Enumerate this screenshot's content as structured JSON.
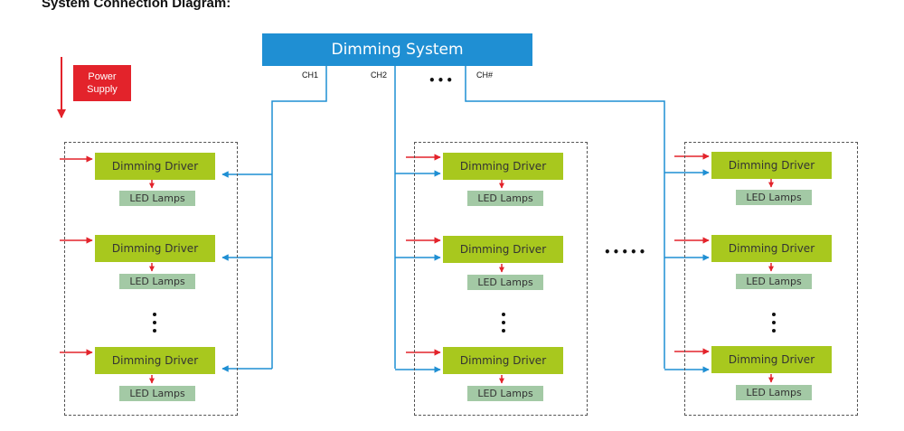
{
  "title": "System Connection Diagram:",
  "system": {
    "label": "Dimming System"
  },
  "channels": [
    "CH1",
    "CH2",
    "CH#"
  ],
  "channel_ellipsis": "•••",
  "group_ellipsis": "•••••",
  "power_supply": {
    "line1": "Power",
    "line2": "Supply"
  },
  "groups": [
    {
      "units": [
        {
          "driver": "Dimming Driver",
          "lamp": "LED Lamps"
        },
        {
          "driver": "Dimming Driver",
          "lamp": "LED Lamps"
        },
        {
          "driver": "Dimming Driver",
          "lamp": "LED Lamps"
        }
      ]
    },
    {
      "units": [
        {
          "driver": "Dimming Driver",
          "lamp": "LED Lamps"
        },
        {
          "driver": "Dimming Driver",
          "lamp": "LED Lamps"
        },
        {
          "driver": "Dimming Driver",
          "lamp": "LED Lamps"
        }
      ]
    },
    {
      "units": [
        {
          "driver": "Dimming Driver",
          "lamp": "LED Lamps"
        },
        {
          "driver": "Dimming Driver",
          "lamp": "LED Lamps"
        },
        {
          "driver": "Dimming Driver",
          "lamp": "LED Lamps"
        }
      ]
    }
  ],
  "colors": {
    "system": "#1f8fd3",
    "signal": "#1f8fd3",
    "power": "#e3232b",
    "driver": "#a8c81e",
    "lamp": "#a3c9a5"
  }
}
